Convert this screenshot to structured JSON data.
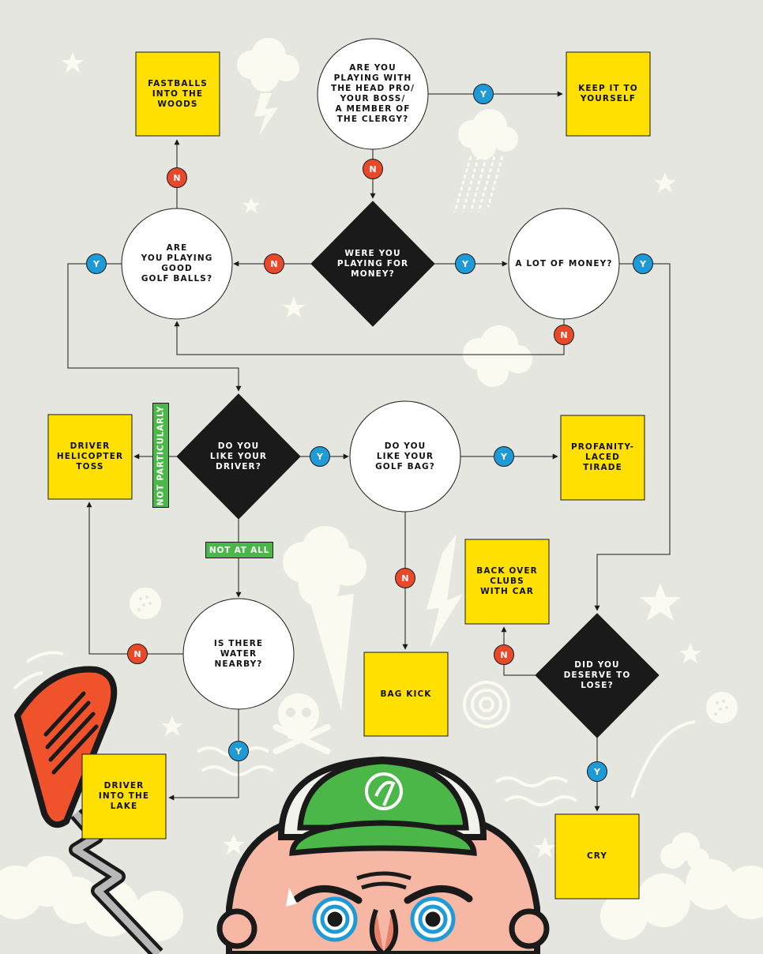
{
  "colors": {
    "background": "#e6e6e1",
    "decision_diamond": "#1a1a1a",
    "question_circle": "#ffffff",
    "outcome_box": "#ffe000",
    "yes_badge": "#1e9ad6",
    "no_badge": "#e8492a",
    "edge_label": "#4bb748",
    "club_head": "#f0532b",
    "cap": "#4bb748"
  },
  "nodes": {
    "head_pro": "ARE YOU\nPLAYING WITH\nTHE HEAD PRO/\nYOUR BOSS/\nA MEMBER OF\nTHE CLERGY?",
    "keep_it": "KEEP IT TO\nYOURSELF",
    "fastballs": "FASTBALLS\nINTO THE\nWOODS",
    "playing_money": "WERE YOU\nPLAYING FOR\nMONEY?",
    "good_balls": "ARE\nYOU PLAYING\nGOOD\nGOLF BALLS?",
    "lot_money": "A LOT OF MONEY?",
    "like_driver": "DO YOU\nLIKE YOUR\nDRIVER?",
    "helicopter": "DRIVER\nHELICOPTER\nTOSS",
    "like_bag": "DO YOU\nLIKE YOUR\nGOLF BAG?",
    "profanity": "PROFANITY-\nLACED\nTIRADE",
    "back_over": "BACK OVER\nCLUBS\nWITH CAR",
    "water": "IS THERE\nWATER\nNEARBY?",
    "bag_kick": "BAG KICK",
    "deserve": "DID YOU\nDESERVE TO\nLOSE?",
    "lake": "DRIVER\nINTO THE\nLAKE",
    "cry": "CRY"
  },
  "badges": {
    "yes": "Y",
    "no": "N"
  },
  "edge_labels": {
    "not_particularly": "NOT PARTICULARLY",
    "not_at_all": "NOT AT ALL"
  },
  "icons": [
    "golf-club-icon",
    "golfer-face-icon",
    "cloud-icon",
    "lightning-icon",
    "star-icon",
    "skull-icon",
    "golf-ball-icon",
    "spiral-icon"
  ]
}
